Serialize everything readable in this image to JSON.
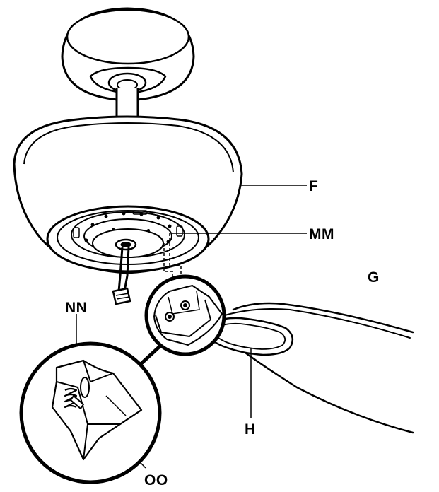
{
  "labels": {
    "f": "F",
    "mm": "MM",
    "g": "G",
    "nn": "NN",
    "h": "H",
    "oo": "OO"
  },
  "colors": {
    "line": "#000000",
    "fill": "#ffffff"
  }
}
